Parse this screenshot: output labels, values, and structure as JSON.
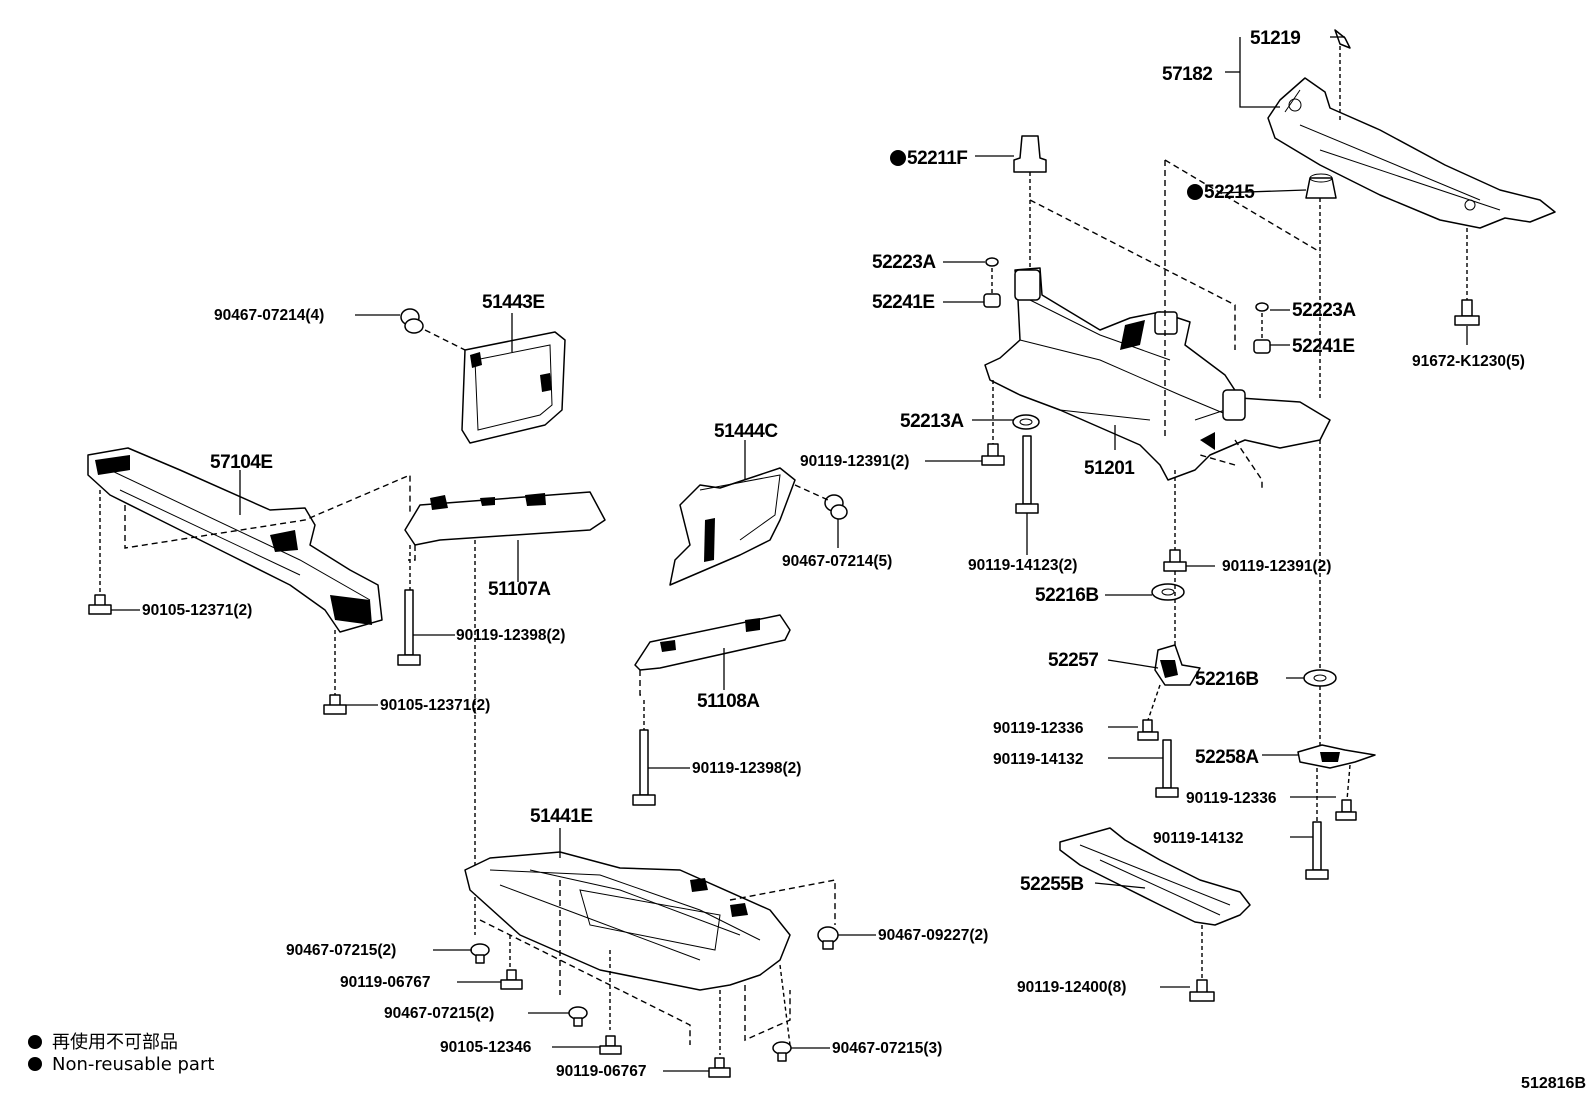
{
  "legend": {
    "items": [
      {
        "label": "再使用不可部品"
      },
      {
        "label": "Non-reusable part"
      }
    ]
  },
  "figure_id": "512816B",
  "callouts": {
    "p51219": "51219",
    "p57182": "57182",
    "p52211F": "52211F",
    "p52215": "52215",
    "p52223A_l": "52223A",
    "p52241E_l": "52241E",
    "p52223A_r": "52223A",
    "p52241E_r": "52241E",
    "p91672": "91672-K1230(5)",
    "p52213A": "52213A",
    "p90119_12391_l": "90119-12391(2)",
    "p51201": "51201",
    "p90119_14123": "90119-14123(2)",
    "p90119_12391_r": "90119-12391(2)",
    "p52216B_l": "52216B",
    "p52257": "52257",
    "p52216B_r": "52216B",
    "p90119_12336_l": "90119-12336",
    "p90119_14132_l": "90119-14132",
    "p52258A": "52258A",
    "p90119_12336_r": "90119-12336",
    "p90119_14132_r": "90119-14132",
    "p52255B": "52255B",
    "p90119_12400": "90119-12400(8)",
    "p90467_07214_4": "90467-07214(4)",
    "p51443E": "51443E",
    "p57104E": "57104E",
    "p90105_12371_a": "90105-12371(2)",
    "p51107A": "51107A",
    "p90119_12398_a": "90119-12398(2)",
    "p90105_12371_b": "90105-12371(2)",
    "p51444C": "51444C",
    "p90467_07214_5": "90467-07214(5)",
    "p51108A": "51108A",
    "p90119_12398_b": "90119-12398(2)",
    "p51441E": "51441E",
    "p90467_07215_2a": "90467-07215(2)",
    "p90119_06767_a": "90119-06767",
    "p90467_07215_2b": "90467-07215(2)",
    "p90105_12346": "90105-12346",
    "p90119_06767_b": "90119-06767",
    "p90467_09227": "90467-09227(2)",
    "p90467_07215_3": "90467-07215(3)"
  }
}
